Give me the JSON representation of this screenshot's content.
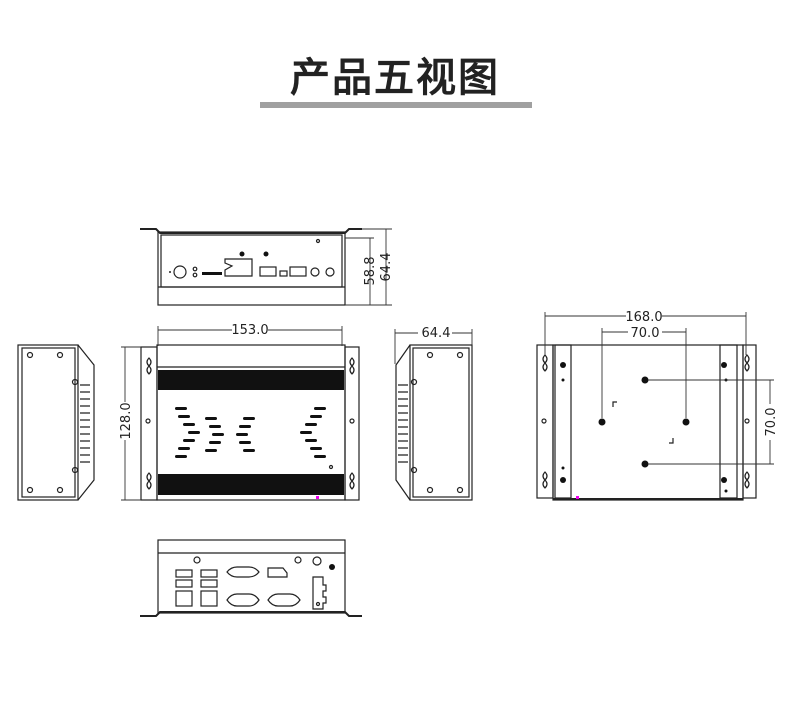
{
  "title": "产品五视图",
  "views": {
    "front": {
      "height_inner": "58.8",
      "height_total": "64.4"
    },
    "top": {
      "width": "153.0",
      "depth": "128.0"
    },
    "right_side": {
      "height": "64.4"
    },
    "bottom": {
      "width": "168.0",
      "hole_spacing_x": "70.0",
      "hole_spacing_y": "70.0"
    }
  },
  "colors": {
    "line": "#222222",
    "title_bar": "#a0a0a0"
  }
}
